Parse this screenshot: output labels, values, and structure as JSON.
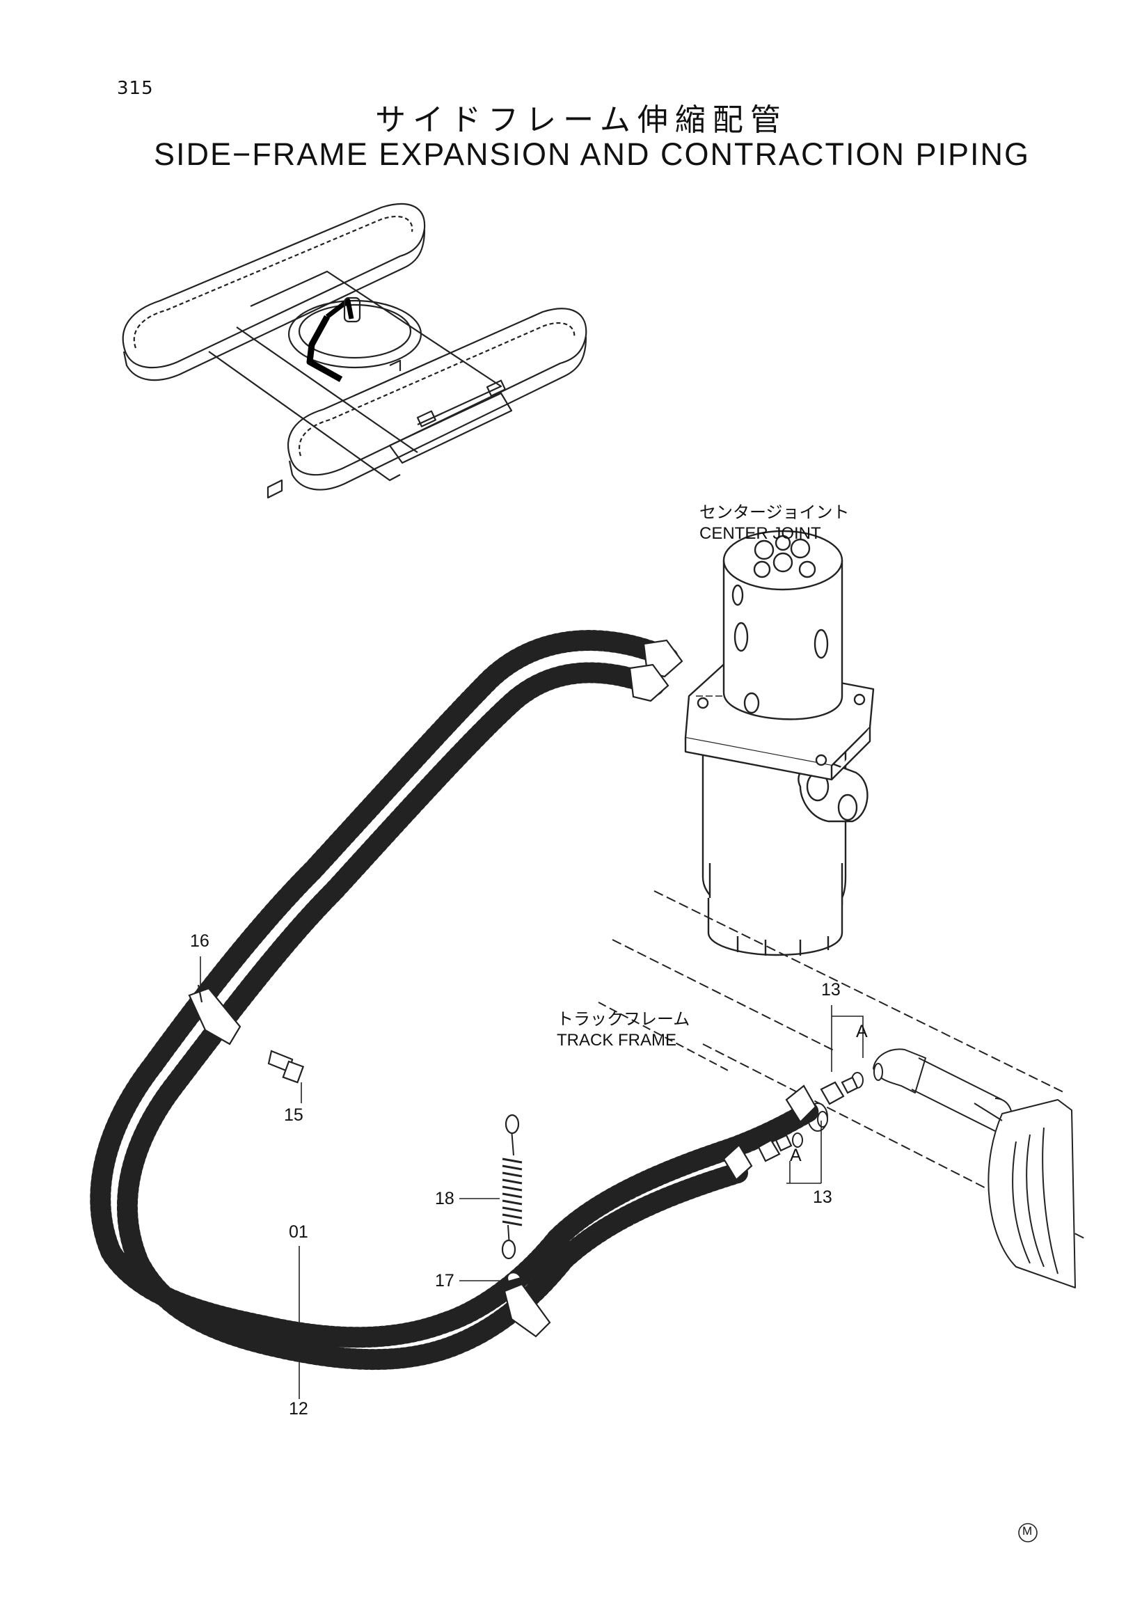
{
  "page_number": "315",
  "title": {
    "japanese": "サイドフレーム伸縮配管",
    "english": "SIDE−FRAME EXPANSION AND CONTRACTION PIPING"
  },
  "components": {
    "center_joint": {
      "japanese": "センタージョイント",
      "english": "CENTER JOINT"
    },
    "track_frame": {
      "japanese": "トラックフレーム",
      "english": "TRACK FRAME"
    }
  },
  "callouts": {
    "c16": "16",
    "c15": "15",
    "c18": "18",
    "c17": "17",
    "c01": "01",
    "c12": "12",
    "c13_upper": "13",
    "c13_lower": "13",
    "a_upper": "A",
    "a_lower": "A"
  },
  "mark": "M"
}
